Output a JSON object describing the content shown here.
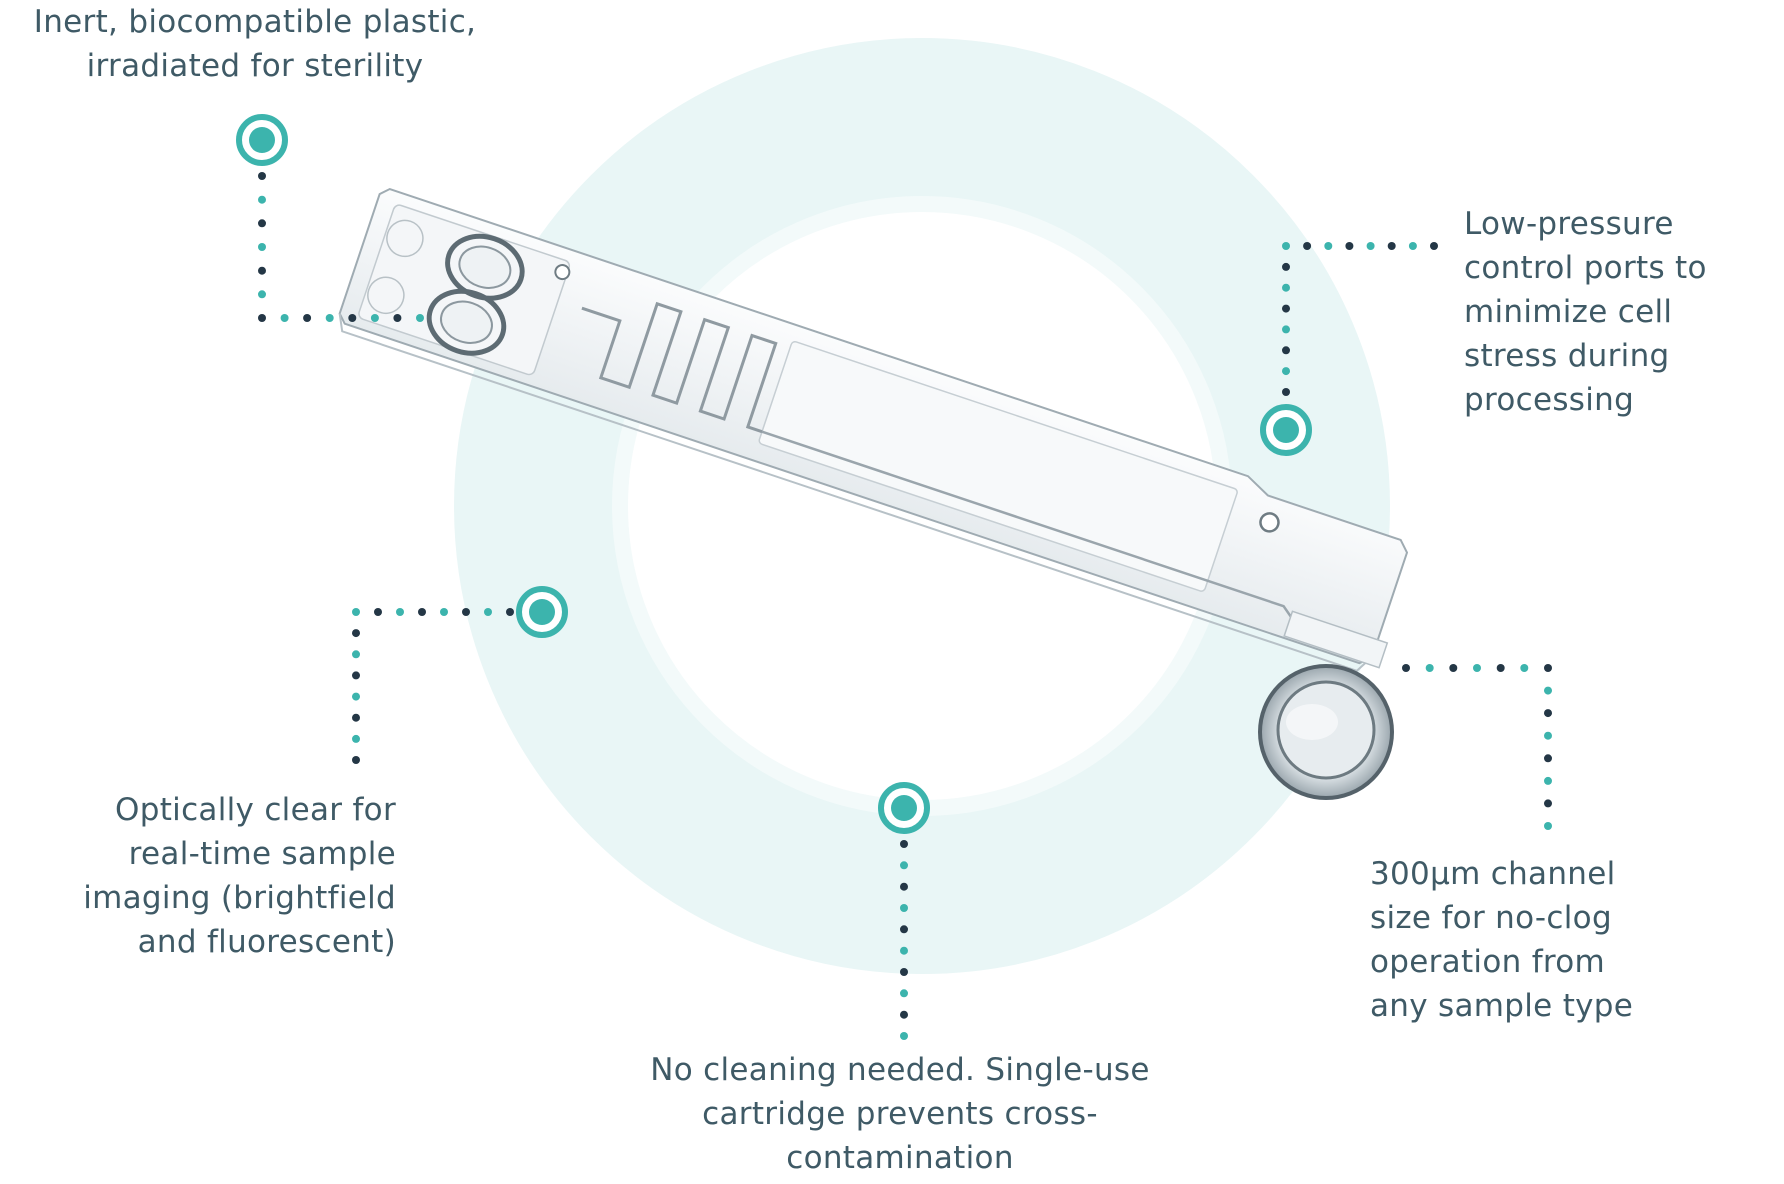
{
  "colors": {
    "teal": "#3cb4ad",
    "dark_dot": "#243746",
    "text": "#3f5a66",
    "ring": "#e9f6f6",
    "ring_inner": "#f3fafa"
  },
  "callouts": [
    {
      "id": "plastic",
      "icon": "target-marker-icon",
      "lines": [
        "Inert, biocompatible plastic,",
        "irradiated for sterility"
      ]
    },
    {
      "id": "pressure",
      "icon": "target-marker-icon",
      "lines": [
        "Low-pressure",
        "control ports to",
        "minimize cell",
        "stress during",
        "processing"
      ]
    },
    {
      "id": "optical",
      "icon": "target-marker-icon",
      "lines": [
        "Optically clear for",
        "real-time sample",
        "imaging (brightfield",
        "and fluorescent)"
      ]
    },
    {
      "id": "channel",
      "icon": "target-marker-icon",
      "lines": [
        "300µm channel",
        "size for no-clog",
        "operation from",
        "any sample type"
      ]
    },
    {
      "id": "cleaning",
      "icon": "target-marker-icon",
      "lines": [
        "No cleaning needed. Single-use",
        "cartridge prevents cross-",
        "contamination"
      ]
    }
  ],
  "cartridge": {
    "icon": "microfluidic-cartridge-icon"
  }
}
